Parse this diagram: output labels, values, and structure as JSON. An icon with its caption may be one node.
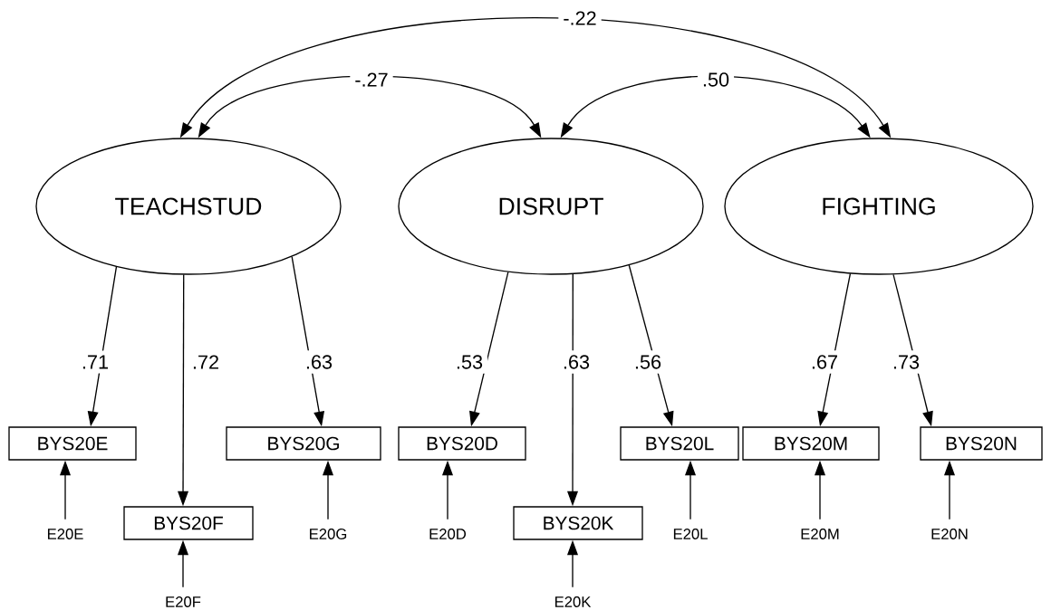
{
  "diagram": {
    "nodes": [
      {
        "text": [
          "TEACHSTUD"
        ]
      },
      {
        "text": [
          "DISRUPT"
        ]
      },
      {
        "text": [
          "FIGHTING"
        ]
      },
      {
        "text": [
          "BYS20E"
        ]
      },
      {
        "text": [
          "BYS20F"
        ]
      },
      {
        "text": [
          "BYS20G"
        ]
      },
      {
        "text": [
          "BYS20D"
        ]
      },
      {
        "text": [
          "BYS20K"
        ]
      },
      {
        "text": [
          "BYS20L"
        ]
      },
      {
        "text": [
          "BYS20M"
        ]
      },
      {
        "text": [
          "BYS20N"
        ]
      },
      {
        "text": [
          "E20E"
        ]
      },
      {
        "text": [
          "E20F"
        ]
      },
      {
        "text": [
          "E20G"
        ]
      },
      {
        "text": [
          "E20D"
        ]
      },
      {
        "text": [
          "E20K"
        ]
      },
      {
        "text": [
          "E20L"
        ]
      },
      {
        "text": [
          "E20M"
        ]
      },
      {
        "text": [
          "E20N"
        ]
      }
    ],
    "edges": [
      {
        "from": 0,
        "to": 2,
        "arrow": "both",
        "label": "-.22"
      },
      {
        "from": 0,
        "to": 1,
        "arrow": "both",
        "label": "-.27"
      },
      {
        "from": 1,
        "to": 2,
        "arrow": "both",
        "label": ".50"
      },
      {
        "from": 0,
        "to": 3,
        "arrow": "to",
        "label": ".71"
      },
      {
        "from": 0,
        "to": 4,
        "arrow": "to",
        "label": ".72"
      },
      {
        "from": 0,
        "to": 5,
        "arrow": "to",
        "label": ".63"
      },
      {
        "from": 1,
        "to": 6,
        "arrow": "to",
        "label": ".53"
      },
      {
        "from": 1,
        "to": 7,
        "arrow": "to",
        "label": ".63"
      },
      {
        "from": 1,
        "to": 8,
        "arrow": "to",
        "label": ".56"
      },
      {
        "from": 2,
        "to": 9,
        "arrow": "to",
        "label": ".67"
      },
      {
        "from": 2,
        "to": 10,
        "arrow": "to",
        "label": ".73"
      },
      {
        "from": 11,
        "to": 3,
        "arrow": "to"
      },
      {
        "from": 12,
        "to": 4,
        "arrow": "to"
      },
      {
        "from": 13,
        "to": 5,
        "arrow": "to"
      },
      {
        "from": 14,
        "to": 6,
        "arrow": "to"
      },
      {
        "from": 15,
        "to": 7,
        "arrow": "to"
      },
      {
        "from": 16,
        "to": 8,
        "arrow": "to"
      },
      {
        "from": 17,
        "to": 9,
        "arrow": "to"
      },
      {
        "from": 18,
        "to": 10,
        "arrow": "to"
      }
    ]
  }
}
